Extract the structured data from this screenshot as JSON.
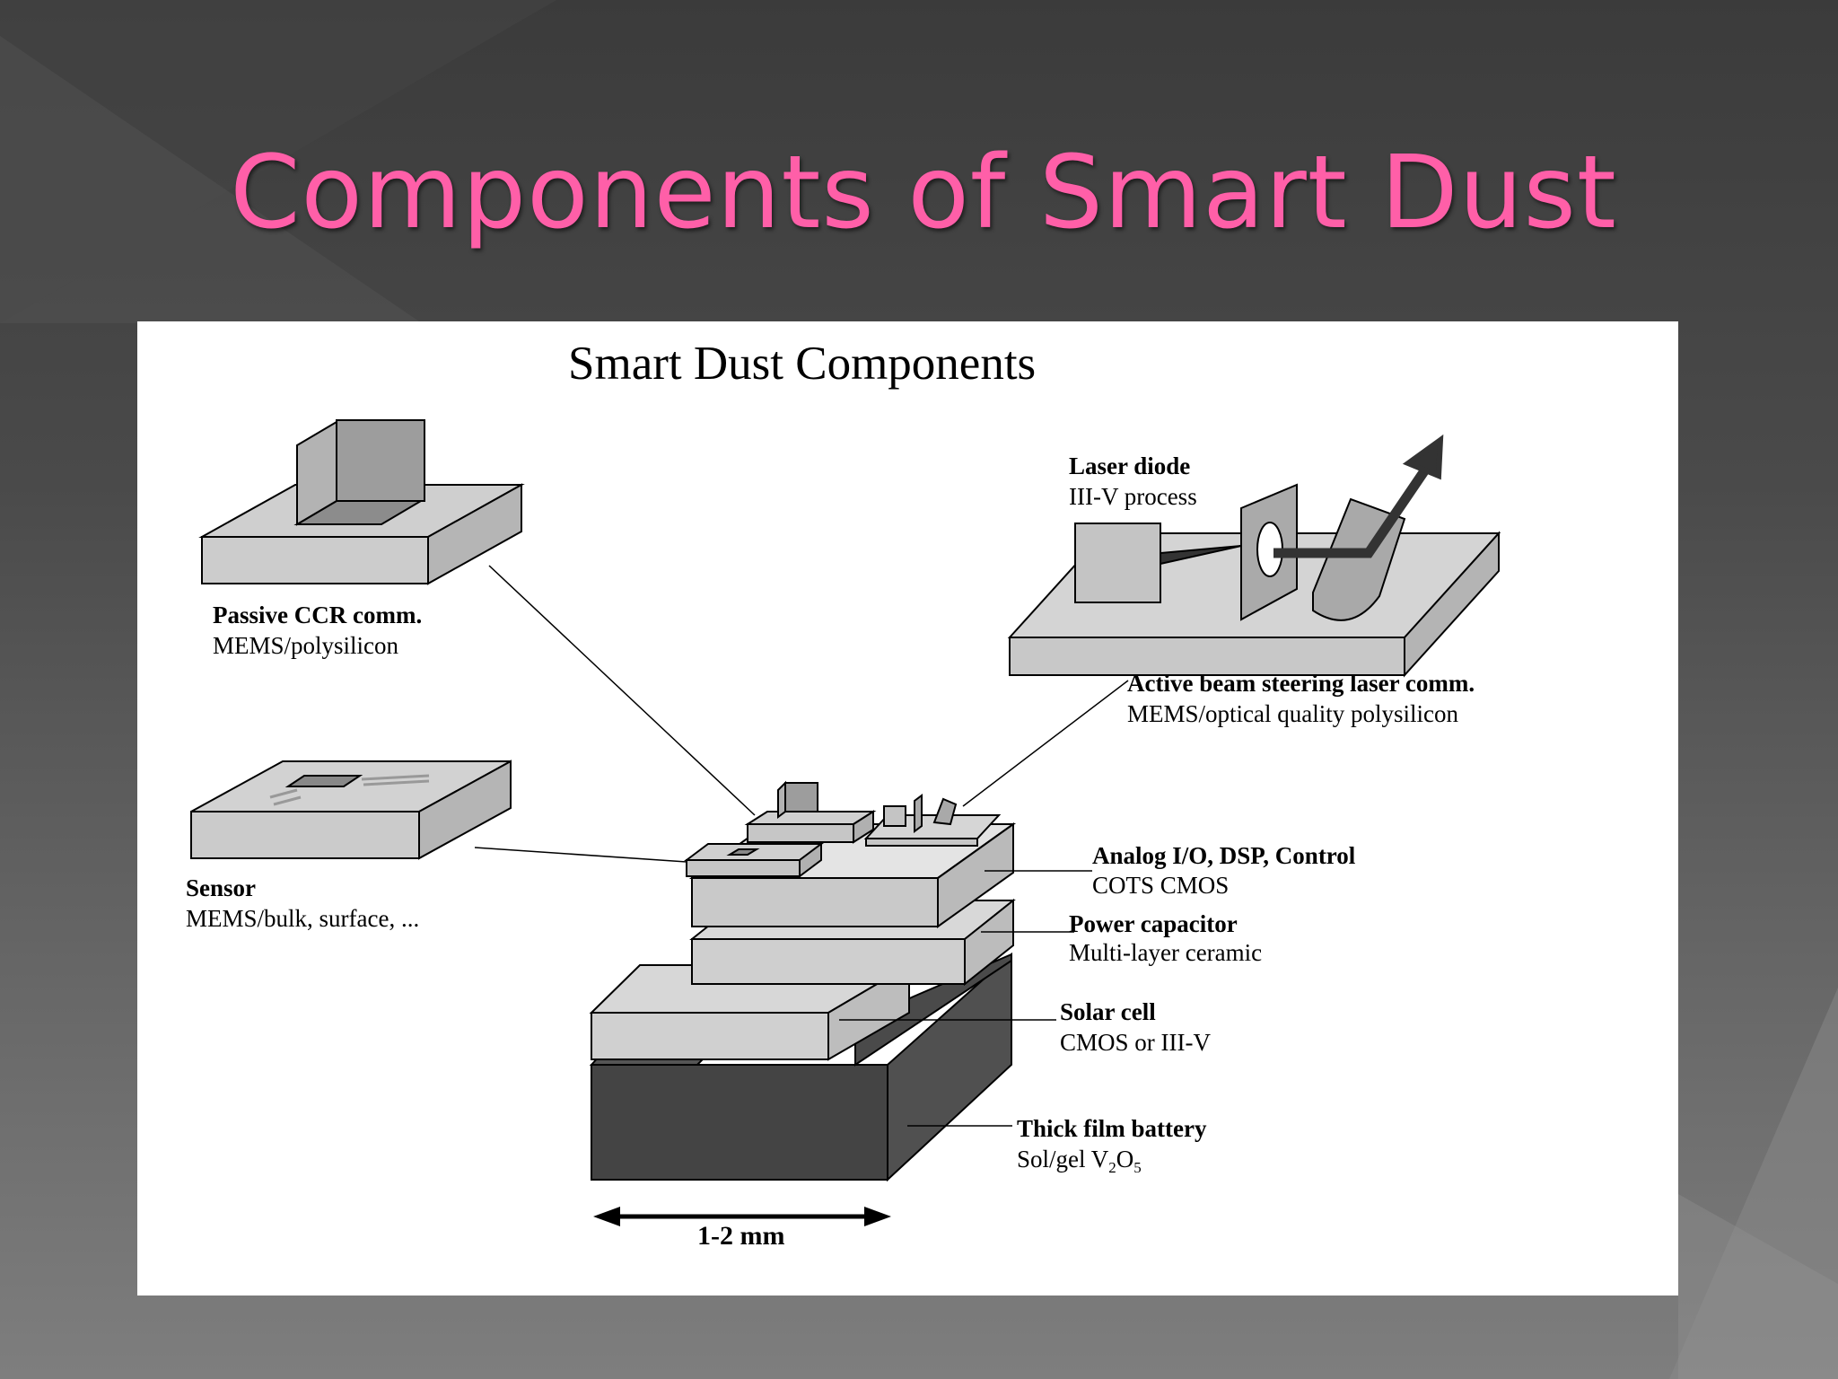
{
  "slide": {
    "title": "Components of Smart Dust",
    "title_color": "#ff5fa8"
  },
  "figure": {
    "title": "Smart Dust Components",
    "callouts": {
      "ccr": {
        "bold": "Passive CCR comm.",
        "normal": "MEMS/polysilicon"
      },
      "sensor": {
        "bold": "Sensor",
        "normal": "MEMS/bulk, surface, ..."
      },
      "laser_diode": {
        "bold": "Laser diode",
        "normal": "III-V process"
      },
      "beam_steering": {
        "bold": "Active beam steering laser comm.",
        "normal": "MEMS/optical quality polysilicon"
      },
      "analog": {
        "bold": "Analog I/O, DSP, Control",
        "normal": "COTS CMOS"
      },
      "capacitor": {
        "bold": "Power capacitor",
        "normal": "Multi-layer ceramic"
      },
      "solar": {
        "bold": "Solar cell",
        "normal": "CMOS or III-V"
      },
      "battery": {
        "bold": "Thick film battery",
        "normal_prefix": "Sol/gel V",
        "sub1": "2",
        "mid": "O",
        "sub2": "5"
      }
    },
    "scale_label": "1-2 mm"
  }
}
